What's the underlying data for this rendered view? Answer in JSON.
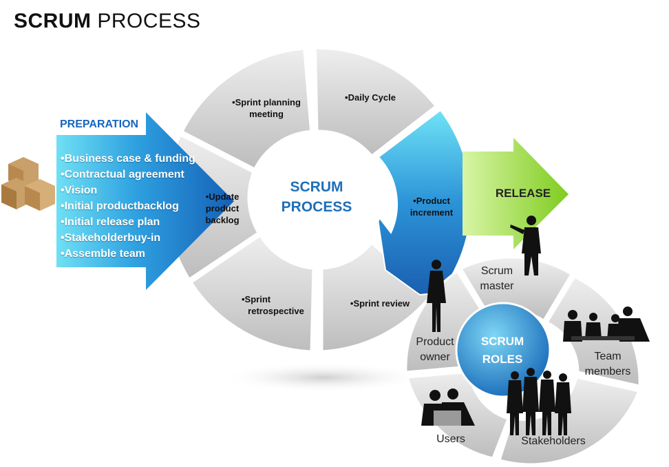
{
  "title": {
    "bold": "SCRUM",
    "rest": "PROCESS"
  },
  "preparation": {
    "heading": "PREPARATION",
    "items": [
      "•Business case & funding",
      "•Contractual agreement",
      "•Vision",
      "•Initial productbacklog",
      "•Initial release plan",
      "•Stakeholderbuy-in",
      "•Assemble team"
    ]
  },
  "cycle": {
    "center": [
      "SCRUM",
      "PROCESS"
    ],
    "segments": {
      "sprint_planning": [
        "•Sprint planning",
        "meeting"
      ],
      "daily_cycle": [
        "•Daily Cycle"
      ],
      "product_increment": [
        "•Product",
        "increment"
      ],
      "sprint_review": [
        "•Sprint review"
      ],
      "sprint_retrospective": [
        "•Sprint",
        "retrospective"
      ],
      "update_backlog": [
        "•Update",
        "product",
        "backlog"
      ]
    }
  },
  "release": {
    "label": "RELEASE"
  },
  "roles": {
    "center": [
      "SCRUM",
      "ROLES"
    ],
    "items": {
      "scrum_master": [
        "Scrum",
        "master"
      ],
      "team_members": [
        "Team",
        "members"
      ],
      "stakeholders": [
        "Stakeholders"
      ],
      "users": [
        "Users"
      ],
      "product_owner": [
        "Product",
        "owner"
      ]
    }
  },
  "colors": {
    "accent_blue": "#1e6fb8",
    "cyan": "#5fd6f0",
    "release_green": "#8ed631",
    "segment_gray": "#d4d4d4"
  }
}
